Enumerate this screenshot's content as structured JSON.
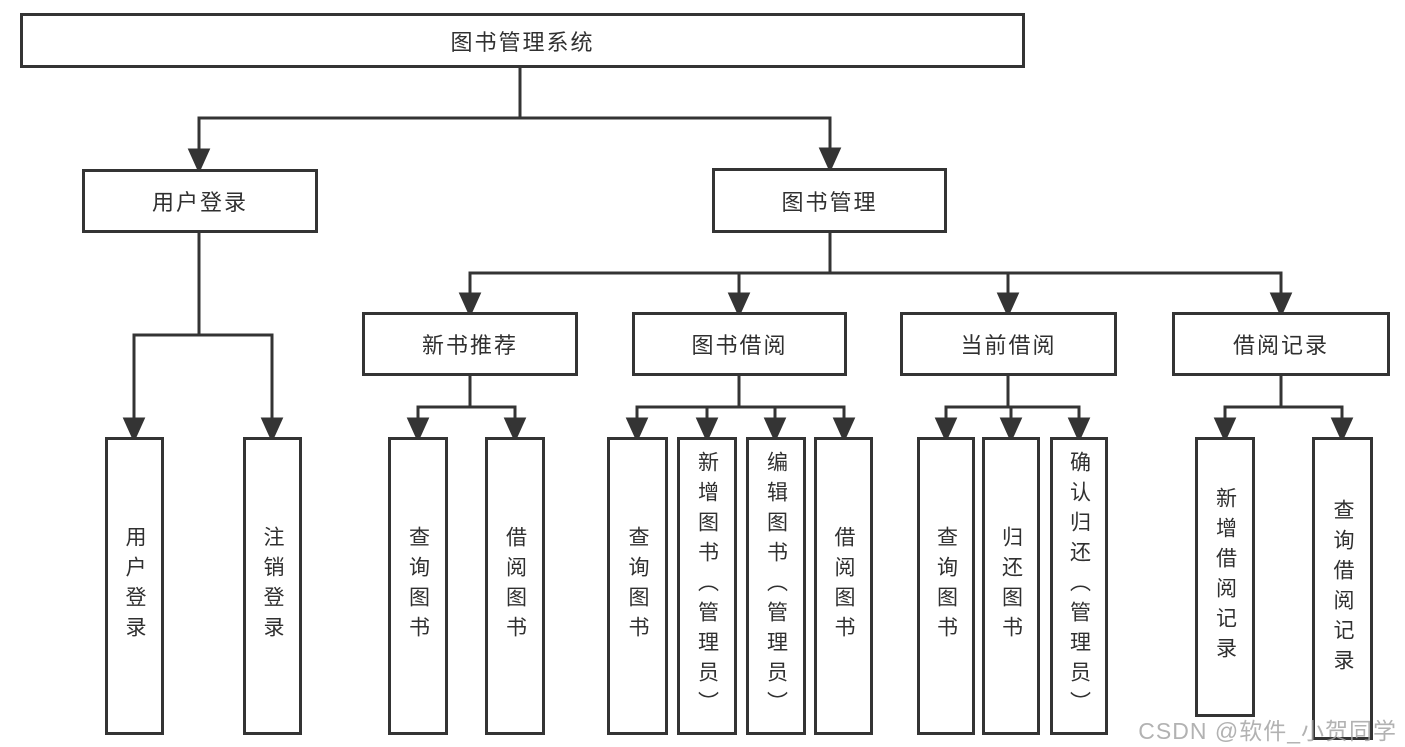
{
  "diagram": {
    "type": "tree",
    "root": {
      "label": "图书管理系统"
    },
    "branches": [
      {
        "label": "用户登录",
        "children": [
          {
            "label": "用户登录"
          },
          {
            "label": "注销登录"
          }
        ]
      },
      {
        "label": "图书管理",
        "children": [
          {
            "label": "新书推荐",
            "children": [
              {
                "label": "查询图书"
              },
              {
                "label": "借阅图书"
              }
            ]
          },
          {
            "label": "图书借阅",
            "children": [
              {
                "label": "查询图书"
              },
              {
                "label": "新增图书（管理员）"
              },
              {
                "label": "编辑图书（管理员）"
              },
              {
                "label": "借阅图书"
              }
            ]
          },
          {
            "label": "当前借阅",
            "children": [
              {
                "label": "查询图书"
              },
              {
                "label": "归还图书"
              },
              {
                "label": "确认归还（管理员）"
              }
            ]
          },
          {
            "label": "借阅记录",
            "children": [
              {
                "label": "新增借阅记录"
              },
              {
                "label": "查询借阅记录"
              }
            ]
          }
        ]
      }
    ]
  },
  "watermark": {
    "text": "CSDN @软件_小贺同学",
    "color": "#a5a5a5"
  },
  "colors": {
    "line": "#343434",
    "box_border": "#343434",
    "box_fill": "#ffffff",
    "text": "#303030",
    "background": "#ffffff"
  }
}
